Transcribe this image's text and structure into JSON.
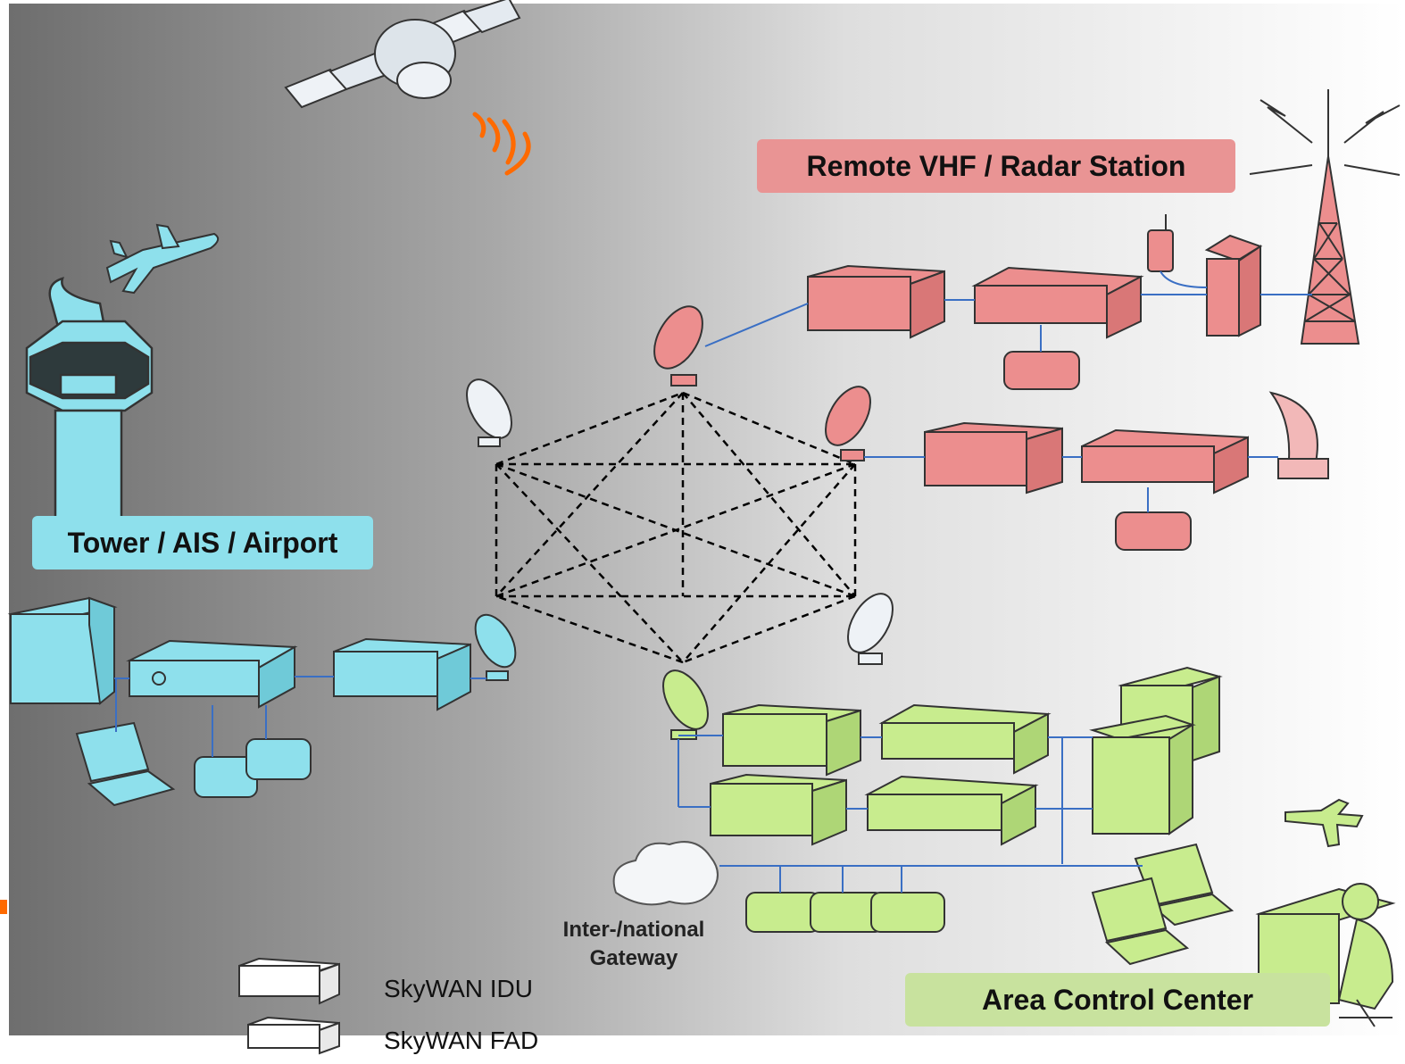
{
  "labels": {
    "tower": "Tower / AIS / Airport",
    "remote": "Remote VHF / Radar Station",
    "acc": "Area Control Center",
    "gateway_line1": "Inter-/national",
    "gateway_line2": "Gateway"
  },
  "legend": {
    "idu": "SkyWAN IDU",
    "fad": "SkyWAN FAD"
  },
  "colors": {
    "tower": "#8ee0ec",
    "remote": "#ec8e8e",
    "acc": "#c8ec8e",
    "link": "#3a6fc4",
    "signal": "#ff6a00"
  }
}
